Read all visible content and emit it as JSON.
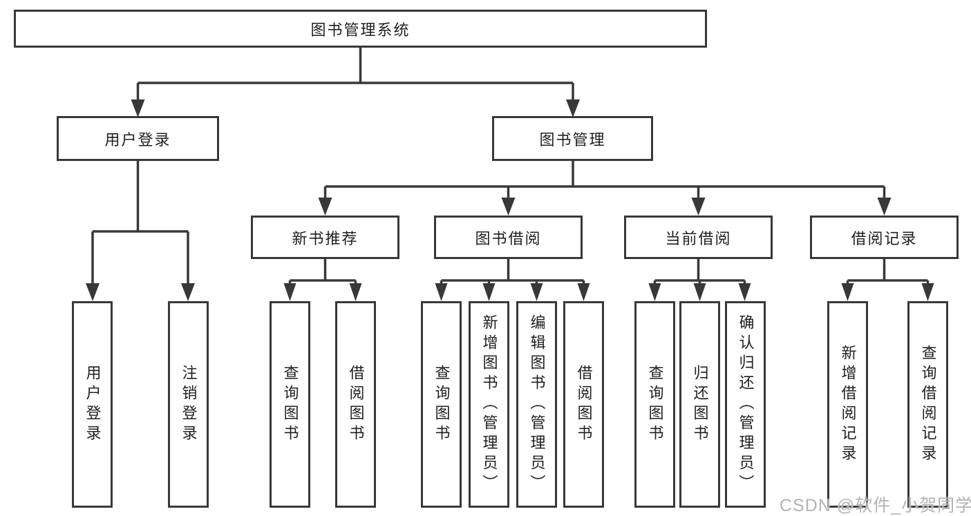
{
  "nodes": {
    "root": {
      "label": "图书管理系统"
    },
    "level2": [
      {
        "label": "用户登录"
      },
      {
        "label": "图书管理"
      }
    ],
    "level3": [
      {
        "label": "新书推荐",
        "parent": "图书管理"
      },
      {
        "label": "图书借阅",
        "parent": "图书管理"
      },
      {
        "label": "当前借阅",
        "parent": "图书管理"
      },
      {
        "label": "借阅记录",
        "parent": "图书管理"
      }
    ],
    "leaves": [
      {
        "label": "用户登录",
        "parent": "用户登录"
      },
      {
        "label": "注销登录",
        "parent": "用户登录"
      },
      {
        "label": "查询图书",
        "parent": "新书推荐"
      },
      {
        "label": "借阅图书",
        "parent": "新书推荐"
      },
      {
        "label": "查询图书",
        "parent": "图书借阅"
      },
      {
        "label": "新增图书（管理员）",
        "parent": "图书借阅"
      },
      {
        "label": "编辑图书（管理员）",
        "parent": "图书借阅"
      },
      {
        "label": "借阅图书",
        "parent": "图书借阅"
      },
      {
        "label": "查询图书",
        "parent": "当前借阅"
      },
      {
        "label": "归还图书",
        "parent": "当前借阅"
      },
      {
        "label": "确认归还（管理员）",
        "parent": "当前借阅"
      },
      {
        "label": "新增借阅记录",
        "parent": "借阅记录"
      },
      {
        "label": "查询借阅记录",
        "parent": "借阅记录"
      }
    ]
  },
  "watermark": {
    "text": "CSDN @软件_小贺同学"
  },
  "colors": {
    "line": "#383838",
    "box_border": "#383838",
    "text": "#1f1f1f",
    "watermark_text": "#b3b3b3",
    "background": "#ffffff"
  }
}
